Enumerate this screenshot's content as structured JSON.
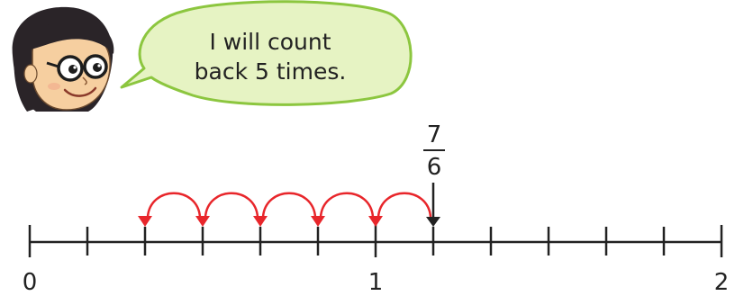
{
  "speech_bubble": {
    "line1": "I will count",
    "line2": "back 5 times."
  },
  "number_line": {
    "start": 0,
    "end": 2,
    "step_denominator": 6,
    "labels": [
      "0",
      "1",
      "2"
    ],
    "start_point": {
      "numerator": "7",
      "denominator": "6"
    },
    "jumps": 5,
    "jump_direction": "back"
  },
  "colors": {
    "jump_arrow": "#e8262b",
    "bubble_fill": "#e6f3c3",
    "bubble_stroke": "#8cc63f",
    "line": "#222222"
  },
  "character": {
    "icon": "girl-with-glasses-icon"
  }
}
